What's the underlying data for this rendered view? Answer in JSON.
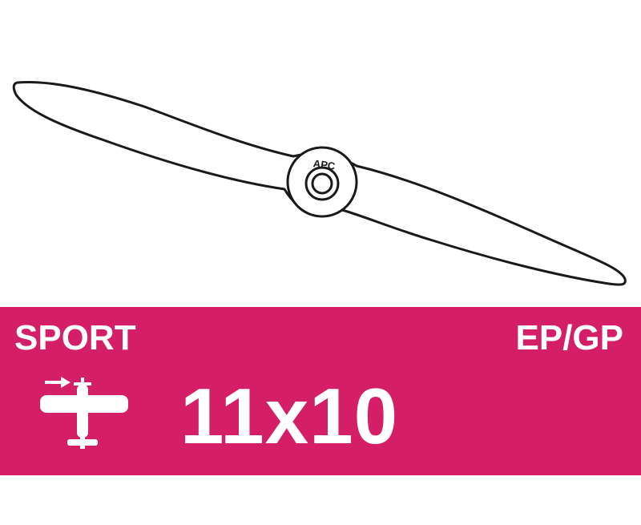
{
  "propeller": {
    "hub_text": "APC"
  },
  "banner": {
    "category": "SPORT",
    "power_type": "EP/GP",
    "size": "11x10",
    "aircraft_icon": "tractor-airplane-icon",
    "bg_color": "#d41e68",
    "text_color": "#ffffff"
  }
}
